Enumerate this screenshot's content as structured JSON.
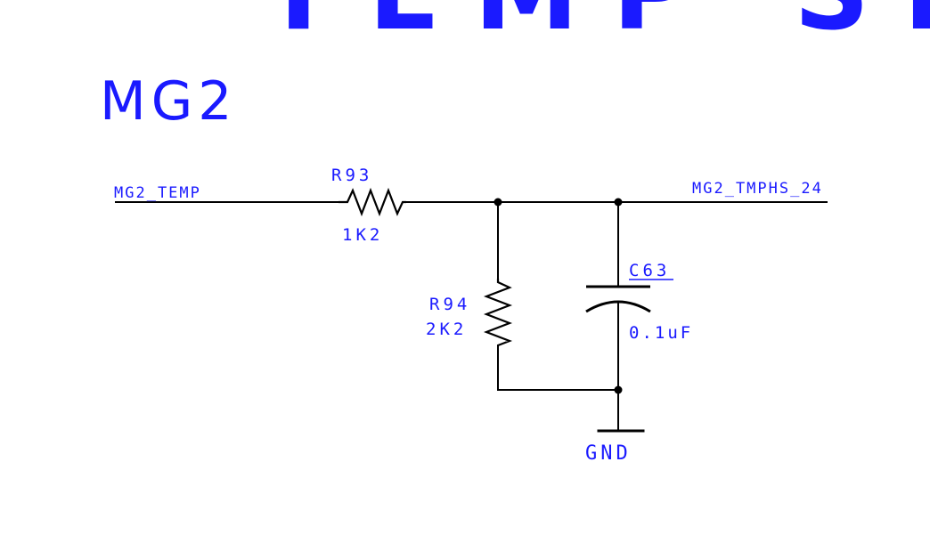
{
  "header": {
    "title_partial": "TEMP SEN",
    "section_label": "MG2"
  },
  "nets": {
    "input": "MG2_TEMP",
    "output": "MG2_TMPHS_24",
    "ground": "GND"
  },
  "components": {
    "r93": {
      "ref": "R93",
      "value": "1K2"
    },
    "r94": {
      "ref": "R94",
      "value": "2K2"
    },
    "c63": {
      "ref": "C63",
      "value": "0.1uF"
    }
  },
  "colors": {
    "label": "#1a1aff",
    "wire": "#000000",
    "background": "#ffffff"
  }
}
